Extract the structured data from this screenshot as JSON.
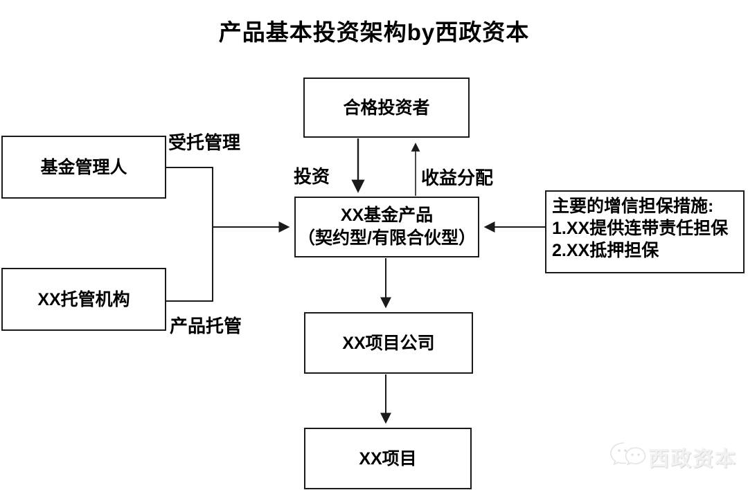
{
  "title": "产品基本投资架构by西政资本",
  "diagram": {
    "nodes": {
      "qualified_investors": "合格投资者",
      "fund_manager": "基金管理人",
      "custodian": "XX托管机构",
      "fund_product_line1": "XX基金产品",
      "fund_product_line2": "（契约型/有限合伙型）",
      "guarantee_line1": "主要的增信担保措施:",
      "guarantee_line2": "1.XX提供连带责任担保",
      "guarantee_line3": "2.XX抵押担保",
      "project_company": "XX项目公司",
      "project": "XX项目"
    },
    "edge_labels": {
      "entrusted_management": "受托管理",
      "product_custody": "产品托管",
      "investment": "投资",
      "income_distribution": "收益分配"
    }
  },
  "watermark": {
    "brand": "西政资本"
  },
  "colors": {
    "line": "#1a1a1a",
    "text": "#000000",
    "background": "#ffffff",
    "watermark": "#f1f1f1"
  }
}
